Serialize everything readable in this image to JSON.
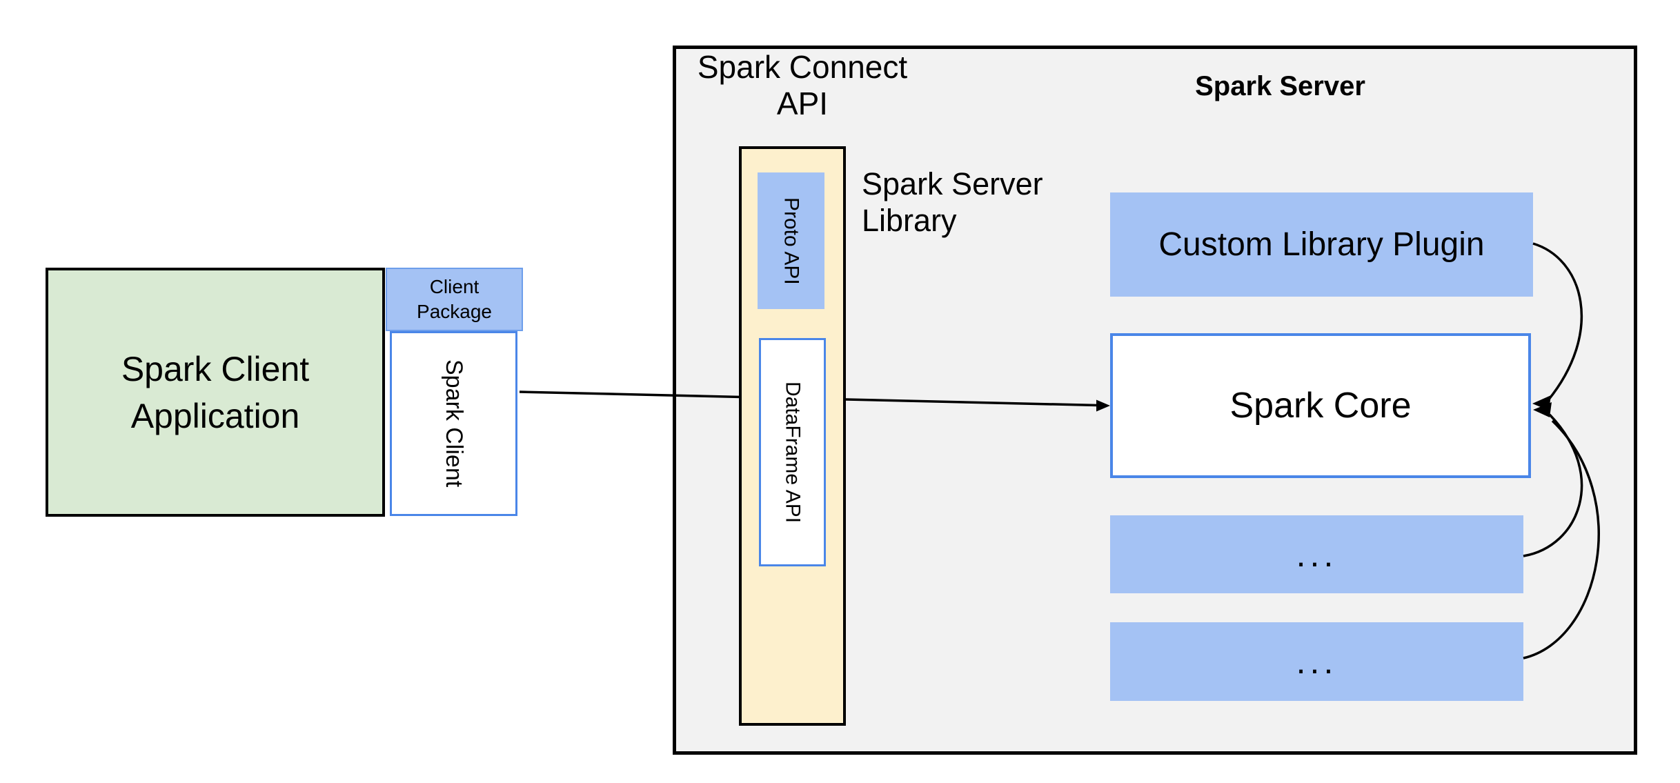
{
  "headings": {
    "spark_connect_api": {
      "line1": "Spark Connect",
      "line2": "API"
    },
    "spark_server_title": "Spark Server",
    "spark_server_library": {
      "line1": "Spark Server",
      "line2": "Library"
    }
  },
  "nodes": {
    "client_application": {
      "line1": "Spark Client",
      "line2": "Application"
    },
    "client_package": {
      "line1": "Client",
      "line2": "Package"
    },
    "spark_client": "Spark Client",
    "proto_api": "Proto API",
    "dataframe_api": "DataFrame API",
    "custom_library_plugin": "Custom Library Plugin",
    "spark_core": "Spark Core",
    "ellipsis_1": "...",
    "ellipsis_2": "..."
  },
  "colors": {
    "container_fill": "#f2f2f2",
    "green_fill": "#d9ead3",
    "blue_fill": "#a4c2f4",
    "yellow_fill": "#fdf0cd",
    "blue_border": "#4a86e8",
    "package_border": "#6d9eeb",
    "line": "#000000"
  }
}
